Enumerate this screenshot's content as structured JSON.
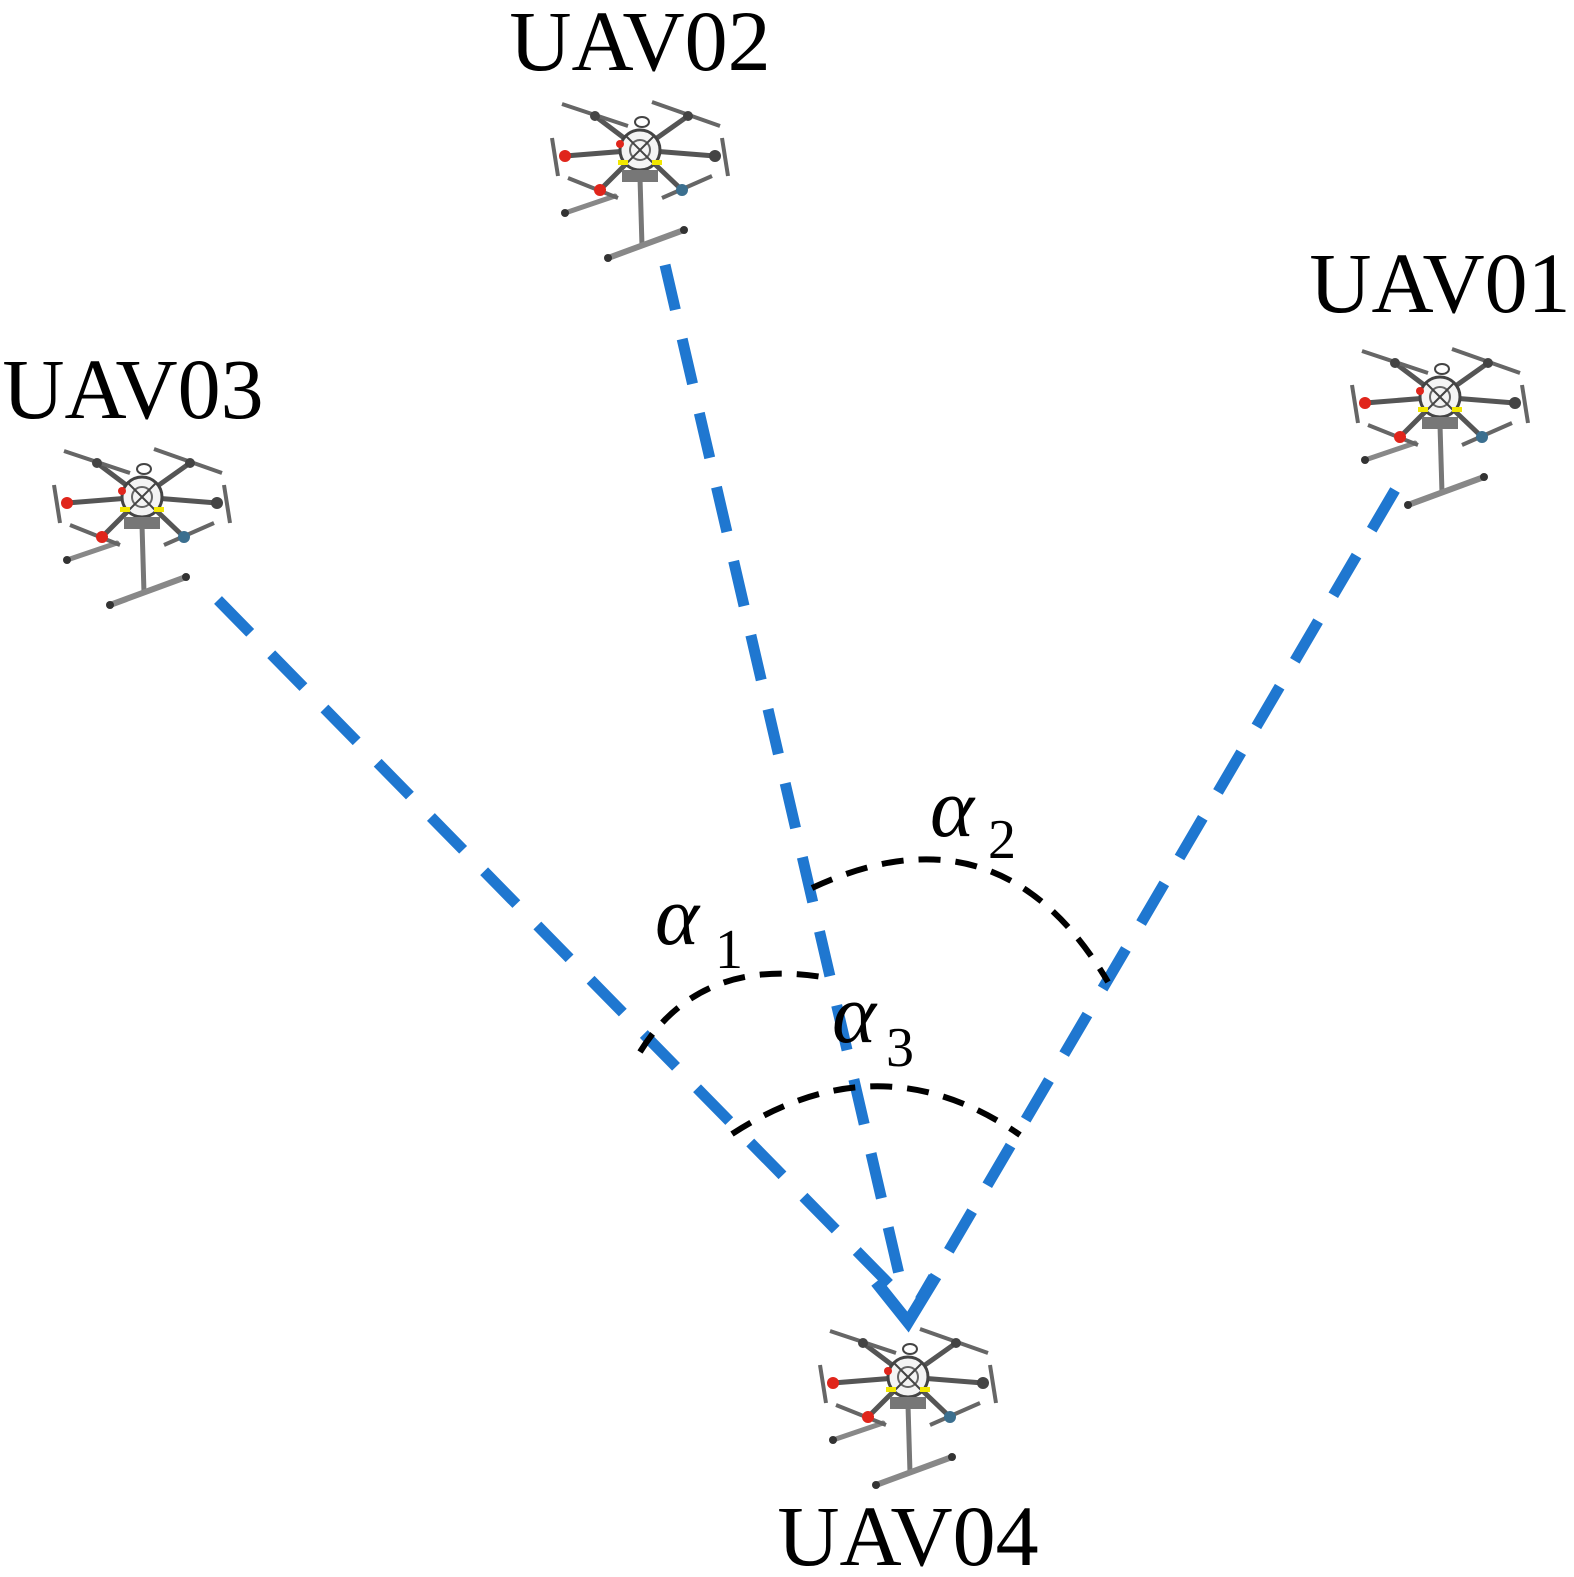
{
  "diagram": {
    "colors": {
      "link": "#1f77d0",
      "arc": "#000000",
      "drone_frame": "#5a5a5a",
      "drone_accent_red": "#e0251b",
      "drone_accent_yellow": "#f2e700"
    },
    "nodes": [
      {
        "id": "uav01",
        "label": "UAV01",
        "icon": "hexacopter-drone-icon"
      },
      {
        "id": "uav02",
        "label": "UAV02",
        "icon": "hexacopter-drone-icon"
      },
      {
        "id": "uav03",
        "label": "UAV03",
        "icon": "hexacopter-drone-icon"
      },
      {
        "id": "uav04",
        "label": "UAV04",
        "icon": "hexacopter-drone-icon"
      }
    ],
    "links": [
      {
        "from": "uav03",
        "to": "uav04",
        "style": "dashed"
      },
      {
        "from": "uav02",
        "to": "uav04",
        "style": "dashed"
      },
      {
        "from": "uav01",
        "to": "uav04",
        "style": "dashed",
        "arrowhead": true
      }
    ],
    "angles": [
      {
        "symbol": "α",
        "subscript": "1"
      },
      {
        "symbol": "α",
        "subscript": "2"
      },
      {
        "symbol": "α",
        "subscript": "3"
      }
    ]
  }
}
